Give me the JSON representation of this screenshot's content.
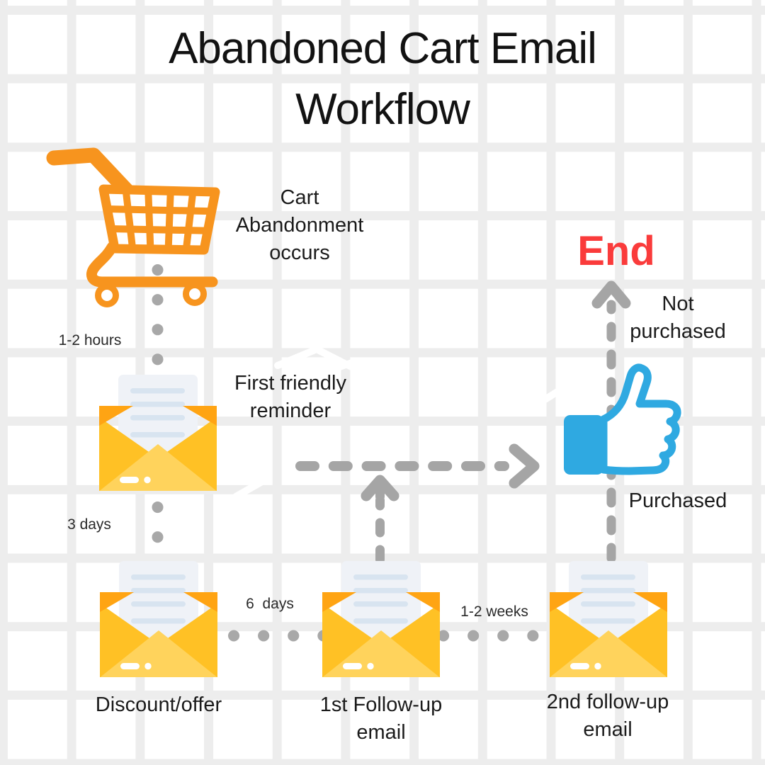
{
  "title": "Abandoned Cart Email Workflow",
  "nodes": {
    "cart": {
      "label": "Cart Abandonment occurs"
    },
    "reminder": {
      "label": "First friendly reminder"
    },
    "discount": {
      "label": "Discount/offer"
    },
    "followup1": {
      "label": "1st Follow-up email"
    },
    "followup2": {
      "label": "2nd follow-up email"
    },
    "end": {
      "label": "End"
    },
    "not_purchased": {
      "label": "Not purchased"
    },
    "purchased": {
      "label": "Purchased"
    }
  },
  "edges": {
    "cart_to_reminder": "1-2 hours",
    "reminder_to_discount": "3 days",
    "discount_to_followup1": "6  days",
    "followup1_to_followup2": "1-2 weeks"
  },
  "colors": {
    "cart_orange": "#F7941E",
    "envelope_amber": "#FFC125",
    "envelope_dark": "#FFA413",
    "envelope_flap": "#FFD35C",
    "paper": "#EFF2F7",
    "paper_line": "#D8E4F0",
    "thumb_blue": "#2FA9E1",
    "end_red": "#FA3B3B",
    "connector_gray": "#A0A0A0",
    "text_dark": "#1b1b1b"
  }
}
